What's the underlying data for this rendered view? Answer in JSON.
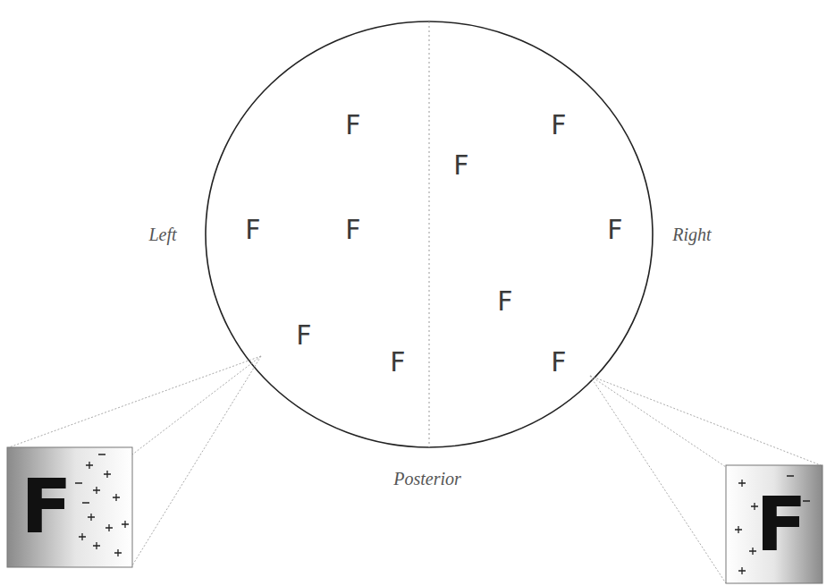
{
  "diagram": {
    "labels": [
      "F",
      "F",
      "F",
      "Left",
      "F",
      "F",
      "F",
      "Right",
      "F",
      "F",
      "F",
      "F",
      "Posterior",
      "F",
      "F"
    ]
  }
}
